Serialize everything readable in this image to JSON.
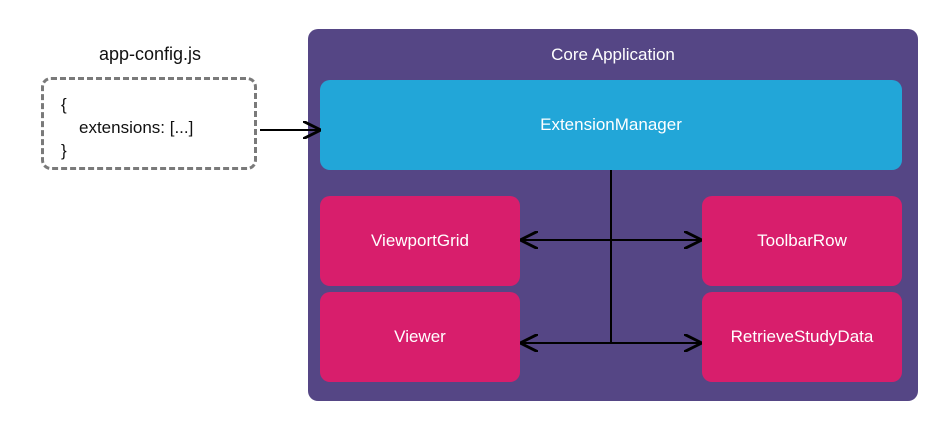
{
  "config": {
    "filename": "app-config.js",
    "lines": [
      "{",
      "extensions: [...]",
      "}"
    ]
  },
  "core": {
    "title": "Core Application",
    "manager": "ExtensionManager",
    "extensions": {
      "viewport_grid": "ViewportGrid",
      "toolbar_row": "ToolbarRow",
      "viewer": "Viewer",
      "retrieve_study_data": "RetrieveStudyData"
    }
  },
  "colors": {
    "core_bg": "#554685",
    "manager_bg": "#22a6d8",
    "extension_bg": "#d81e6c",
    "config_border": "#7a7a7a",
    "line": "#000000"
  }
}
